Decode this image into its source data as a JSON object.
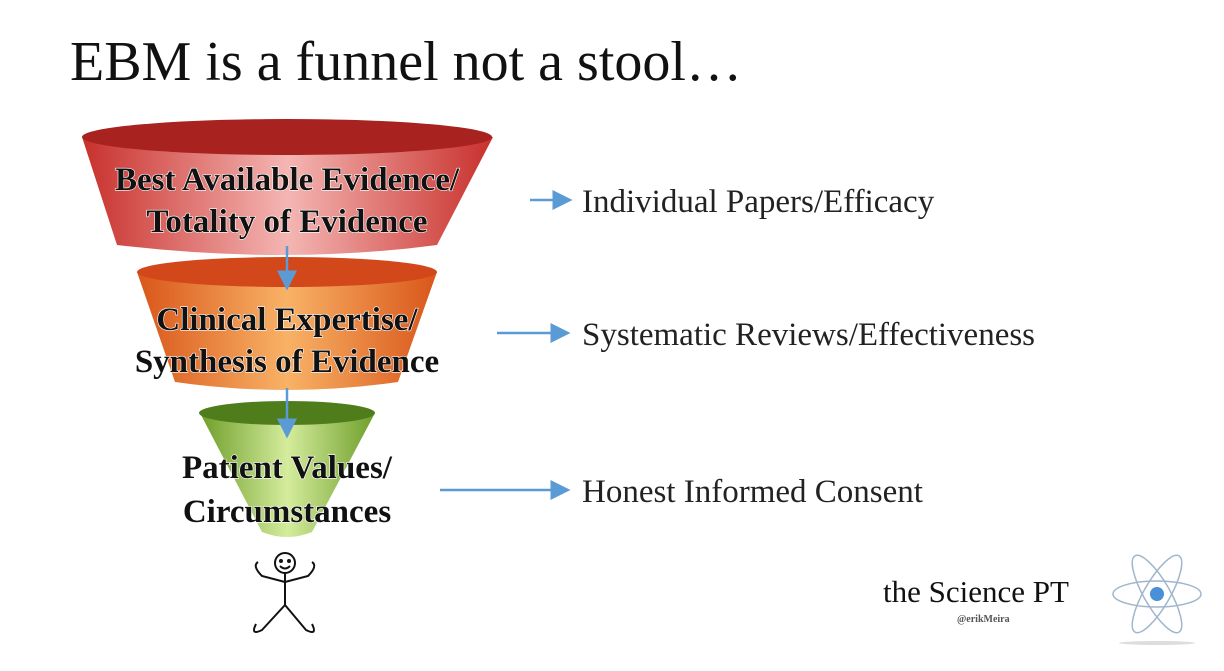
{
  "title": "EBM is a funnel not a stool…",
  "funnel": [
    {
      "line1": "Best Available Evidence/",
      "line2": "Totality of Evidence",
      "color": "#d9443f",
      "outcome": "Individual Papers/Efficacy"
    },
    {
      "line1": "Clinical Expertise/",
      "line2": "Synthesis of Evidence",
      "color": "#ef7a2e",
      "outcome": "Systematic Reviews/Effectiveness"
    },
    {
      "line1": "Patient Values/",
      "line2": "Circumstances",
      "color": "#8fc04a",
      "outcome": "Honest Informed Consent"
    }
  ],
  "arrow_color": "#5b9bd5",
  "logo": {
    "brand": "the Science PT",
    "handle": "@erikMeira"
  }
}
